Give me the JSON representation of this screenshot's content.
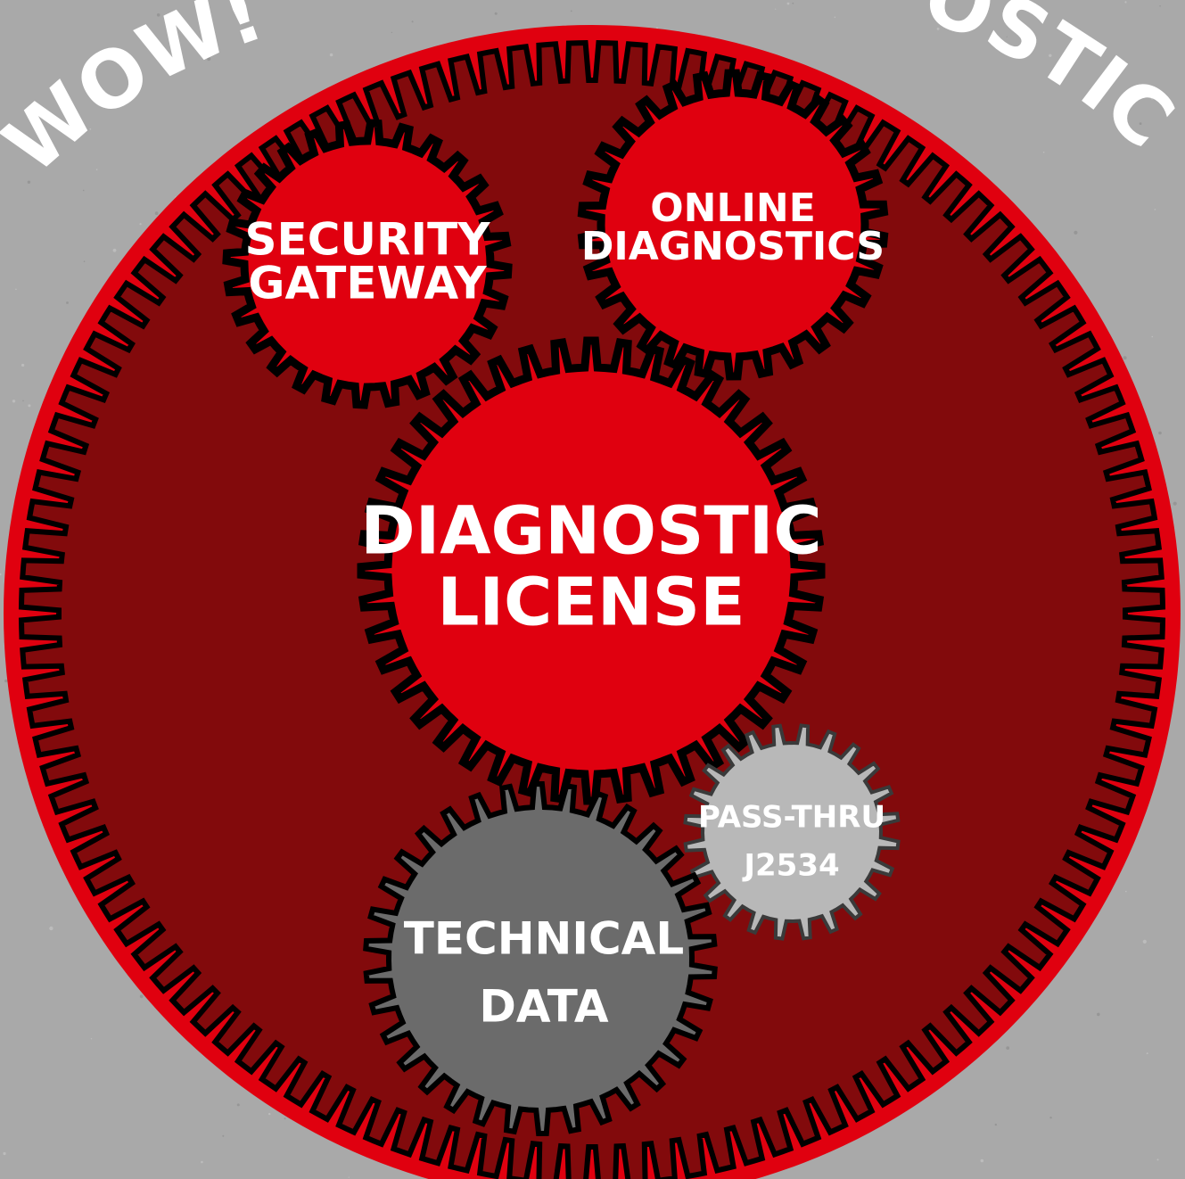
{
  "title": {
    "left_fragment": "WOW! D",
    "right_fragment": "OSTICS"
  },
  "gears": [
    {
      "id": "security-gateway",
      "lines": [
        "SECURITY",
        "GATEWAY"
      ],
      "fill": "#e0000f",
      "text_color": "#ffffff"
    },
    {
      "id": "online-diagnostics",
      "lines": [
        "ONLINE",
        "DIAGNOSTICS"
      ],
      "fill": "#e0000f",
      "text_color": "#ffffff"
    },
    {
      "id": "diagnostic-license",
      "lines": [
        "DIAGNOSTIC",
        "LICENSE"
      ],
      "fill": "#e0000f",
      "text_color": "#ffffff"
    },
    {
      "id": "pass-thru-j2534",
      "lines": [
        "PASS-THRU",
        "J2534"
      ],
      "fill": "#b8b8b8",
      "text_color": "#ffffff"
    },
    {
      "id": "technical-data",
      "lines": [
        "TECHNICAL",
        "DATA"
      ],
      "fill": "#6b6b6b",
      "text_color": "#ffffff"
    }
  ],
  "colors": {
    "background": "#a9a9a9",
    "ring_outer": "#e0000f",
    "ring_inner": "#820a0c",
    "gear_outline": "#000000"
  }
}
